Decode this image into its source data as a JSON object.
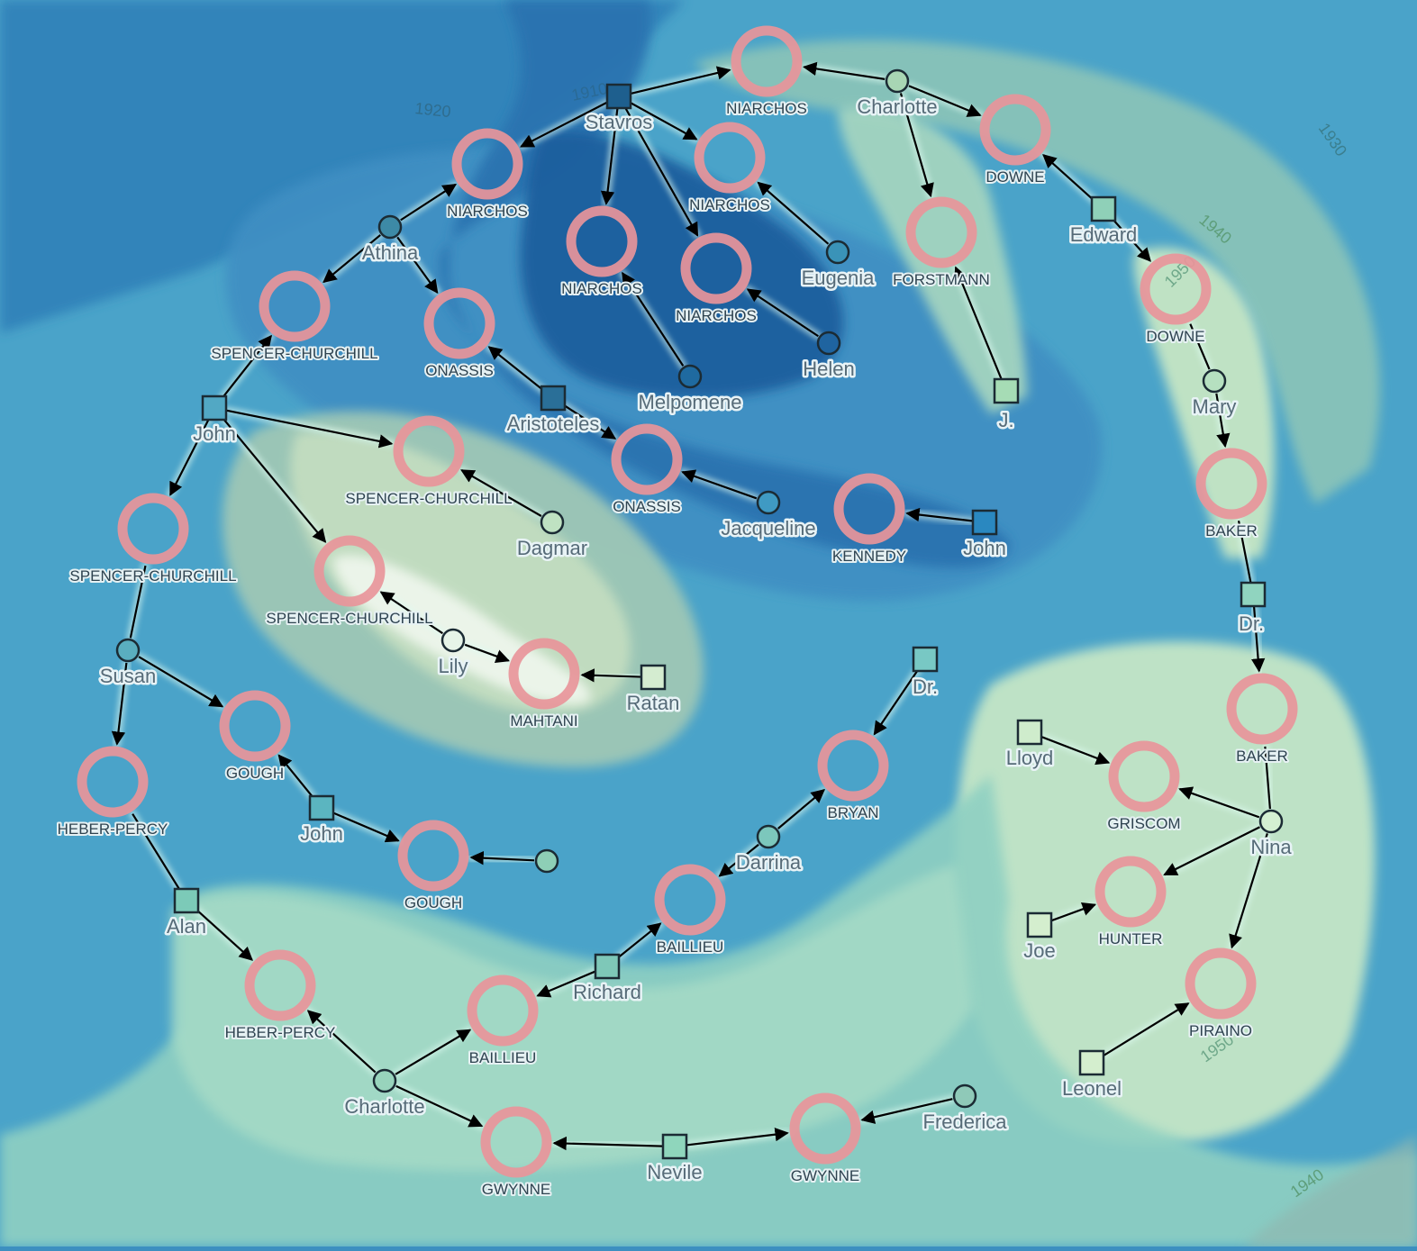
{
  "colors": {
    "ring": "#e8959a",
    "edge": "#000000",
    "label": "#566b78",
    "family_label": "#2e4350",
    "contour_label_blue": "#2f6d8f",
    "contour_label_green": "#5e9e7a"
  },
  "contour_labels": [
    {
      "id": "c1920",
      "text": "1920"
    },
    {
      "id": "c1910",
      "text": "1910"
    },
    {
      "id": "c1930",
      "text": "1930"
    },
    {
      "id": "c1940a",
      "text": "1940"
    },
    {
      "id": "c1950a",
      "text": "1950"
    },
    {
      "id": "c1950b",
      "text": "1950"
    },
    {
      "id": "c1940b",
      "text": "1940"
    }
  ],
  "persons": [
    {
      "id": "stavros",
      "name": "Stavros",
      "shape": "square",
      "fill": "#1e5f8e"
    },
    {
      "id": "athina",
      "name": "Athina",
      "shape": "circle",
      "fill": "#3d8aa6"
    },
    {
      "id": "aristoteles",
      "name": "Aristoteles",
      "shape": "square",
      "fill": "#2a6f98"
    },
    {
      "id": "melpomene",
      "name": "Melpomene",
      "shape": "circle",
      "fill": "#1f6aa0"
    },
    {
      "id": "helen",
      "name": "Helen",
      "shape": "circle",
      "fill": "#1f64a0"
    },
    {
      "id": "eugenia",
      "name": "Eugenia",
      "shape": "circle",
      "fill": "#3a93b8"
    },
    {
      "id": "charlotte_top",
      "name": "Charlotte",
      "shape": "circle",
      "fill": "#a8d6b4"
    },
    {
      "id": "edward",
      "name": "Edward",
      "shape": "square",
      "fill": "#8fd0b8"
    },
    {
      "id": "j",
      "name": "J.",
      "shape": "square",
      "fill": "#a6dcb5"
    },
    {
      "id": "mary",
      "name": "Mary",
      "shape": "circle",
      "fill": "#b6e0c0"
    },
    {
      "id": "dr_right",
      "name": "Dr.",
      "shape": "square",
      "fill": "#90d4bf"
    },
    {
      "id": "john_kennedy",
      "name": "John",
      "shape": "square",
      "fill": "#2a88c0"
    },
    {
      "id": "jacqueline",
      "name": "Jacqueline",
      "shape": "circle",
      "fill": "#3f9ac3"
    },
    {
      "id": "john_left",
      "name": "John",
      "shape": "square",
      "fill": "#52a8c4"
    },
    {
      "id": "dagmar",
      "name": "Dagmar",
      "shape": "circle",
      "fill": "#bfe2c2"
    },
    {
      "id": "lily",
      "name": "Lily",
      "shape": "circle",
      "fill": "#e6f4e8"
    },
    {
      "id": "ratan",
      "name": "Ratan",
      "shape": "square",
      "fill": "#d4ecd0"
    },
    {
      "id": "susan",
      "name": "Susan",
      "shape": "circle",
      "fill": "#5aaebf"
    },
    {
      "id": "john_gough",
      "name": "John",
      "shape": "square",
      "fill": "#5bb5c0"
    },
    {
      "id": "gough_partner",
      "name": "",
      "shape": "circle",
      "fill": "#8ecfb6"
    },
    {
      "id": "alan",
      "name": "Alan",
      "shape": "square",
      "fill": "#7ccab8"
    },
    {
      "id": "charlotte_bottom",
      "name": "Charlotte",
      "shape": "circle",
      "fill": "#98d4bc"
    },
    {
      "id": "richard",
      "name": "Richard",
      "shape": "square",
      "fill": "#7ec8b8"
    },
    {
      "id": "nevile",
      "name": "Nevile",
      "shape": "square",
      "fill": "#8fd6bc"
    },
    {
      "id": "frederica",
      "name": "Frederica",
      "shape": "circle",
      "fill": "#8fc9b8"
    },
    {
      "id": "darrina",
      "name": "Darrina",
      "shape": "circle",
      "fill": "#7cc7bc"
    },
    {
      "id": "dr_mid",
      "name": "Dr.",
      "shape": "square",
      "fill": "#78c8c4"
    },
    {
      "id": "lloyd",
      "name": "Lloyd",
      "shape": "square",
      "fill": "#cfeccc"
    },
    {
      "id": "nina",
      "name": "Nina",
      "shape": "circle",
      "fill": "#d4f0d2"
    },
    {
      "id": "joe",
      "name": "Joe",
      "shape": "square",
      "fill": "#d4eece"
    },
    {
      "id": "leonel",
      "name": "Leonel",
      "shape": "square",
      "fill": "#d4eece"
    }
  ],
  "families": [
    {
      "id": "f_niarchos_top",
      "name": "NIARCHOS"
    },
    {
      "id": "f_niarchos_left",
      "name": "NIARCHOS"
    },
    {
      "id": "f_niarchos_mid",
      "name": "NIARCHOS"
    },
    {
      "id": "f_niarchos_a",
      "name": "NIARCHOS"
    },
    {
      "id": "f_niarchos_b",
      "name": "NIARCHOS"
    },
    {
      "id": "f_downe_1",
      "name": "DOWNE"
    },
    {
      "id": "f_forstmann",
      "name": "FORSTMANN"
    },
    {
      "id": "f_downe_2",
      "name": "DOWNE"
    },
    {
      "id": "f_baker_1",
      "name": "BAKER"
    },
    {
      "id": "f_baker_2",
      "name": "BAKER"
    },
    {
      "id": "f_spencer_top",
      "name": "SPENCER-CHURCHILL"
    },
    {
      "id": "f_onassis_1",
      "name": "ONASSIS"
    },
    {
      "id": "f_spencer_mid",
      "name": "SPENCER-CHURCHILL"
    },
    {
      "id": "f_onassis_2",
      "name": "ONASSIS"
    },
    {
      "id": "f_kennedy",
      "name": "KENNEDY"
    },
    {
      "id": "f_spencer_left",
      "name": "SPENCER-CHURCHILL"
    },
    {
      "id": "f_spencer_low",
      "name": "SPENCER-CHURCHILL"
    },
    {
      "id": "f_mahtani",
      "name": "MAHTANI"
    },
    {
      "id": "f_gough_1",
      "name": "GOUGH"
    },
    {
      "id": "f_heber_1",
      "name": "HEBER-PERCY"
    },
    {
      "id": "f_gough_2",
      "name": "GOUGH"
    },
    {
      "id": "f_bryan",
      "name": "BRYAN"
    },
    {
      "id": "f_baillieu_1",
      "name": "BAILLIEU"
    },
    {
      "id": "f_heber_2",
      "name": "HEBER-PERCY"
    },
    {
      "id": "f_baillieu_2",
      "name": "BAILLIEU"
    },
    {
      "id": "f_gwynne_1",
      "name": "GWYNNE"
    },
    {
      "id": "f_gwynne_2",
      "name": "GWYNNE"
    },
    {
      "id": "f_griscom",
      "name": "GRISCOM"
    },
    {
      "id": "f_hunter",
      "name": "HUNTER"
    },
    {
      "id": "f_piraino",
      "name": "PIRAINO"
    }
  ]
}
